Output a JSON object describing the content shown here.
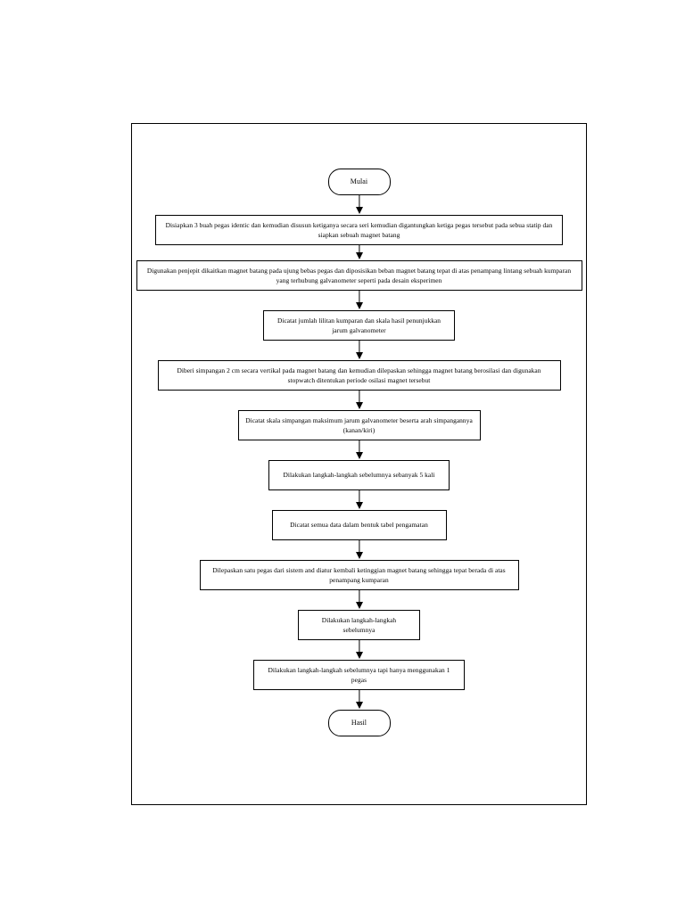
{
  "chart_data": {
    "type": "diagram",
    "diagram_type": "flowchart",
    "title": "",
    "orientation": "top-to-bottom",
    "nodes": [
      {
        "id": "start",
        "shape": "terminator",
        "text": "Mulai"
      },
      {
        "id": "p1",
        "shape": "process",
        "text": "Disiapkan 3 buah pegas identic dan kemudian disusun ketiganya secara seri kemudian digantungkan ketiga pegas tersebut pada sebua statip dan siapkan sebuah magnet batang"
      },
      {
        "id": "p2",
        "shape": "process",
        "text": "Digunakan penjepit dikaitkan magnet batang pada ujung bebas pegas dan diposisikan beban magnet batang tepat di atas penampang lintang sebuah kumparan yang terhubung galvanometer seperti pada desain eksperimen"
      },
      {
        "id": "p3",
        "shape": "process",
        "text": "Dicatat jumlah lilitan kumparan dan skala hasil penunjukkan jarum galvanometer"
      },
      {
        "id": "p4",
        "shape": "process",
        "text": "Diberi simpangan 2 cm secara vertikal pada magnet batang dan kemudian dilepaskan sehingga magnet batang berosilasi dan digunakan stopwatch ditentukan periode osilasi magnet tersebut"
      },
      {
        "id": "p5",
        "shape": "process",
        "text": "Dicatat skala simpangan maksimum jarum galvanometer beserta arah simpangannya (kanan/kiri)"
      },
      {
        "id": "p6",
        "shape": "process",
        "text": "Dilakukan langkah-langkah sebelumnya sebanyak 5 kali"
      },
      {
        "id": "p7",
        "shape": "process",
        "text": "Dicatat semua data dalam bentuk tabel pengamatan"
      },
      {
        "id": "p8",
        "shape": "process",
        "text": "Dilepaskan satu pegas dari sistem and diatur kembali ketinggian magnet batang sehingga tepat berada di atas penampang kumparan"
      },
      {
        "id": "p9",
        "shape": "process",
        "text": "Dilakukan langkah-langkah sebelumnya"
      },
      {
        "id": "p10",
        "shape": "process",
        "text": "Dilakukan langkah-langkah sebelumnya tapi hanya menggunakan 1 pegas"
      },
      {
        "id": "end",
        "shape": "terminator",
        "text": "Hasil"
      }
    ],
    "edges": [
      {
        "from": "start",
        "to": "p1",
        "arrow": "down"
      },
      {
        "from": "p1",
        "to": "p2",
        "arrow": "down"
      },
      {
        "from": "p2",
        "to": "p3",
        "arrow": "down"
      },
      {
        "from": "p3",
        "to": "p4",
        "arrow": "down"
      },
      {
        "from": "p4",
        "to": "p5",
        "arrow": "down"
      },
      {
        "from": "p5",
        "to": "p6",
        "arrow": "down"
      },
      {
        "from": "p6",
        "to": "p7",
        "arrow": "down"
      },
      {
        "from": "p7",
        "to": "p8",
        "arrow": "down"
      },
      {
        "from": "p8",
        "to": "p9",
        "arrow": "down"
      },
      {
        "from": "p9",
        "to": "p10",
        "arrow": "down"
      },
      {
        "from": "p10",
        "to": "end",
        "arrow": "down"
      }
    ],
    "colors": {
      "stroke": "#000000",
      "fill": "#ffffff",
      "text": "#000000"
    }
  },
  "flow": {
    "start": "Mulai",
    "step1": "Disiapkan 3 buah pegas identic dan kemudian disusun ketiganya secara seri kemudian digantungkan ketiga pegas tersebut pada sebua statip dan siapkan sebuah magnet batang",
    "step2": "Digunakan penjepit dikaitkan magnet batang pada ujung bebas pegas dan diposisikan beban magnet batang tepat di atas penampang lintang sebuah kumparan yang terhubung galvanometer seperti pada desain eksperimen",
    "step3": "Dicatat jumlah lilitan kumparan dan skala hasil penunjukkan jarum galvanometer",
    "step4": "Diberi simpangan 2 cm secara vertikal pada magnet batang dan kemudian dilepaskan sehingga magnet batang berosilasi dan digunakan stopwatch ditentukan periode osilasi magnet tersebut",
    "step5": "Dicatat skala simpangan maksimum jarum galvanometer beserta arah simpangannya (kanan/kiri)",
    "step6": "Dilakukan langkah-langkah sebelumnya sebanyak 5 kali",
    "step7": "Dicatat semua data dalam bentuk tabel pengamatan",
    "step8": "Dilepaskan satu pegas dari sistem and diatur kembali ketinggian magnet batang sehingga tepat berada di atas penampang kumparan",
    "step9": "Dilakukan langkah-langkah sebelumnya",
    "step10": "Dilakukan langkah-langkah sebelumnya tapi hanya menggunakan 1 pegas",
    "end": "Hasil"
  }
}
